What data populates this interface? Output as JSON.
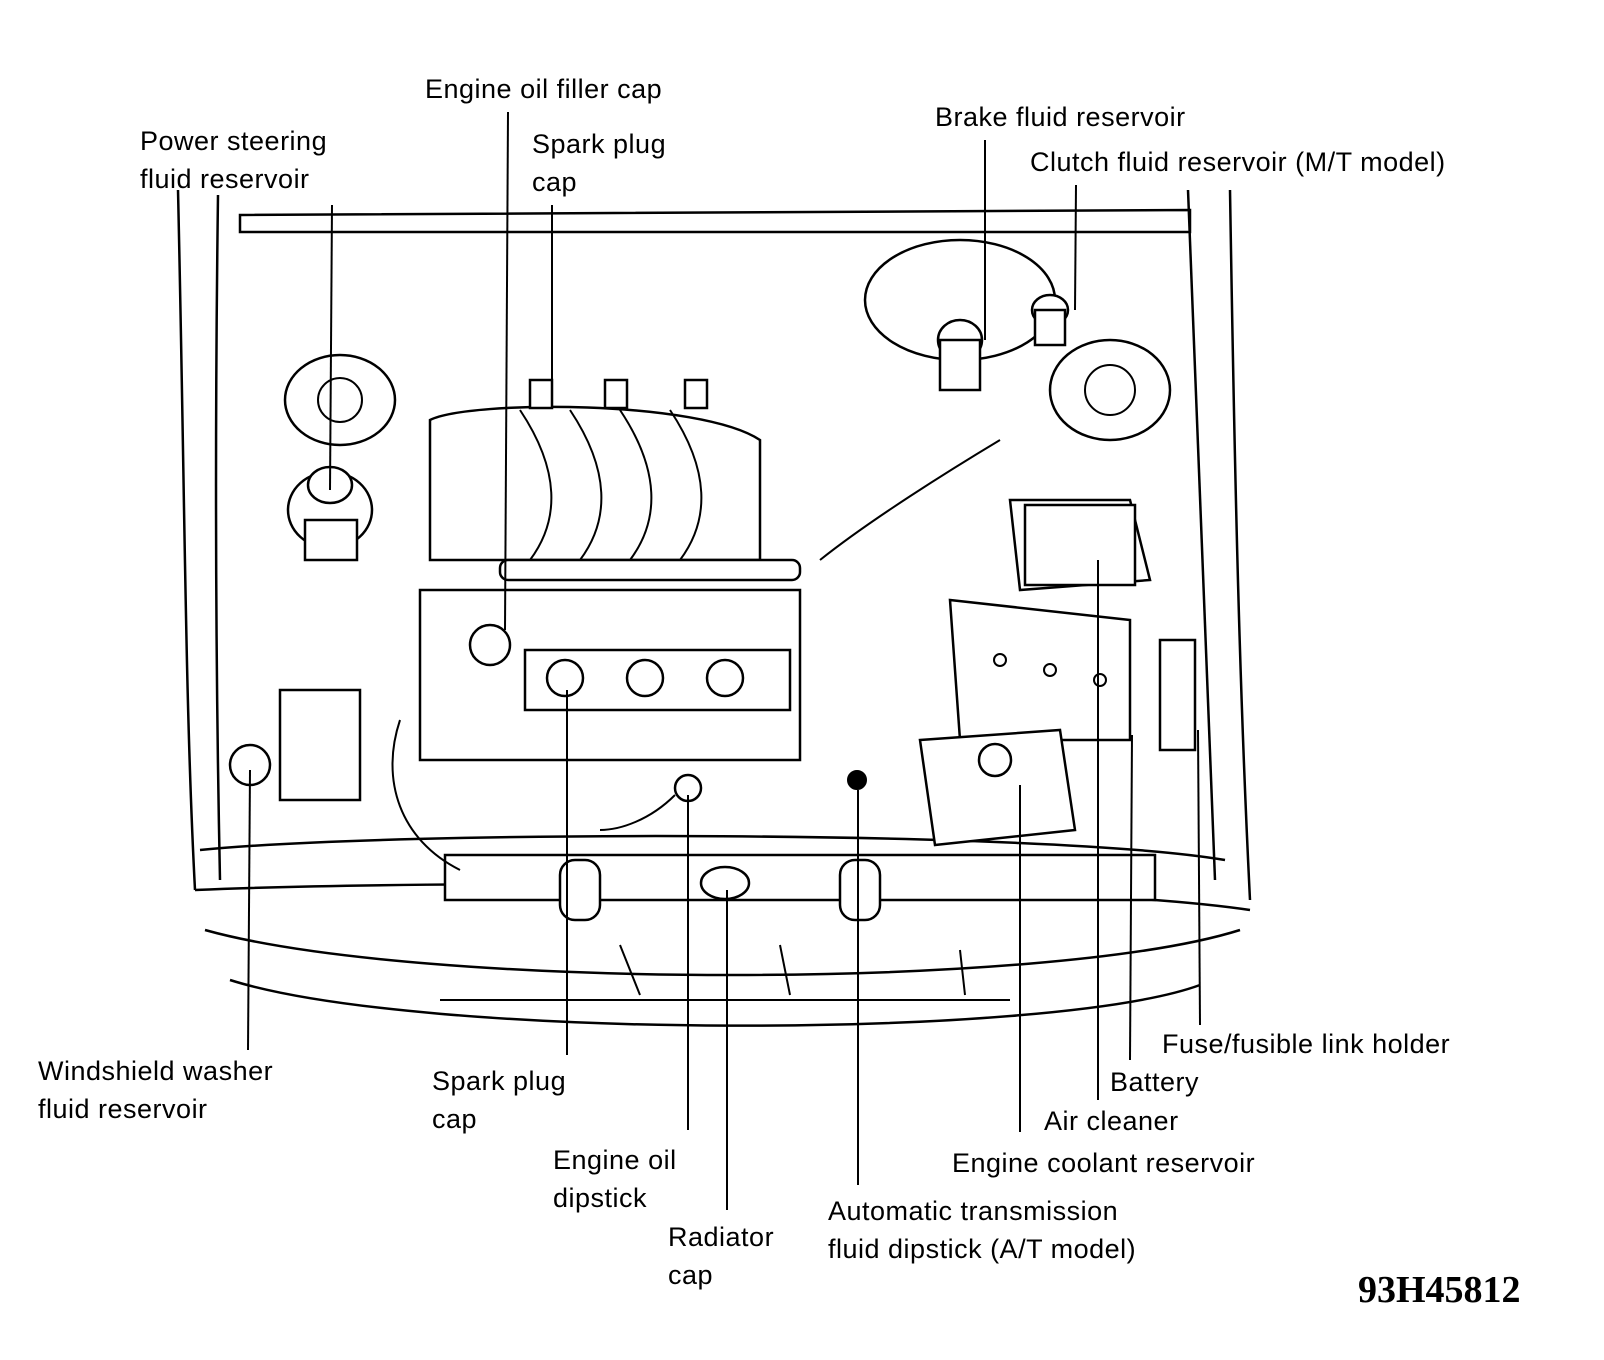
{
  "labels": {
    "engine_oil_filler_cap": "Engine oil filler cap",
    "power_steering_l1": "Power steering",
    "power_steering_l2": "fluid reservoir",
    "spark_plug_top_l1": "Spark plug",
    "spark_plug_top_l2": "cap",
    "brake_fluid_reservoir": "Brake fluid reservoir",
    "clutch_fluid_reservoir": "Clutch fluid reservoir (M/T model)",
    "windshield_l1": "Windshield washer",
    "windshield_l2": "fluid reservoir",
    "spark_plug_bottom_l1": "Spark plug",
    "spark_plug_bottom_l2": "cap",
    "engine_oil_dipstick_l1": "Engine oil",
    "engine_oil_dipstick_l2": "dipstick",
    "radiator_cap_l1": "Radiator",
    "radiator_cap_l2": "cap",
    "atf_dipstick_l1": "Automatic transmission",
    "atf_dipstick_l2": "fluid dipstick (A/T model)",
    "engine_coolant_reservoir": "Engine coolant reservoir",
    "air_cleaner": "Air cleaner",
    "battery": "Battery",
    "fuse_holder": "Fuse/fusible link holder"
  },
  "figure_code": "93H45812"
}
